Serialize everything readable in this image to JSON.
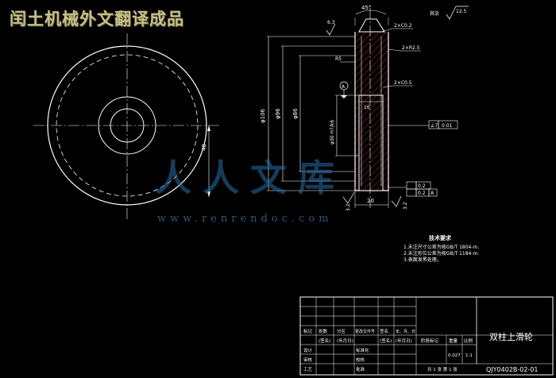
{
  "banner": "闰土机械外文翻译成品",
  "watermark": {
    "text": "人人文库",
    "url": "www.renrendoc.com"
  },
  "dimensions": {
    "angle": "45°",
    "d106": "φ106",
    "d96": "φ96",
    "d86": "φ86",
    "d30": "φ30  H7/k6",
    "r48": "48",
    "w16": "16",
    "w20": "20",
    "chamfer_top": "2×C0.2",
    "fillet": "2×R2.5",
    "chamfer_mid": "2×C0.5",
    "radius": "R5",
    "rough_a": "6.3",
    "rough_b": "3.2",
    "rough_c": "3.2",
    "rough_other": "12.5",
    "rough_other_label": "其余",
    "datum": "A",
    "gdt1_sym": "∠7",
    "gdt1_val": "0.01",
    "gdt2_val": "0.2",
    "gdt3_val": "0.2",
    "gdt3_ref": "A"
  },
  "tech": {
    "title": "技术要求",
    "lines": [
      "1.未注尺寸公差为按GB/T 1804-m.",
      "2.未注形位公差为按GB/T 1184-m.",
      "3.表面发黑处理。"
    ]
  },
  "title_block": {
    "name": "双柱上滑轮",
    "code": "QJY0402B-02-01",
    "header_cols": [
      "标记",
      "处数",
      "分区",
      "更改文件号",
      "签名",
      "年、月、日"
    ],
    "sign_row": [
      "(签名)",
      "(年月日)"
    ],
    "std_label": "标准化",
    "review_label": "审核",
    "craft_label": "工艺",
    "design_label": "设计",
    "check_label": "校核",
    "approve_label": "批准",
    "stage_label": "阶段标记",
    "weight_label": "重量",
    "weight_value": "0.027",
    "scale_label": "比例",
    "scale_value": "1:1",
    "sheet_info": "共 1 张   第 1 张"
  }
}
